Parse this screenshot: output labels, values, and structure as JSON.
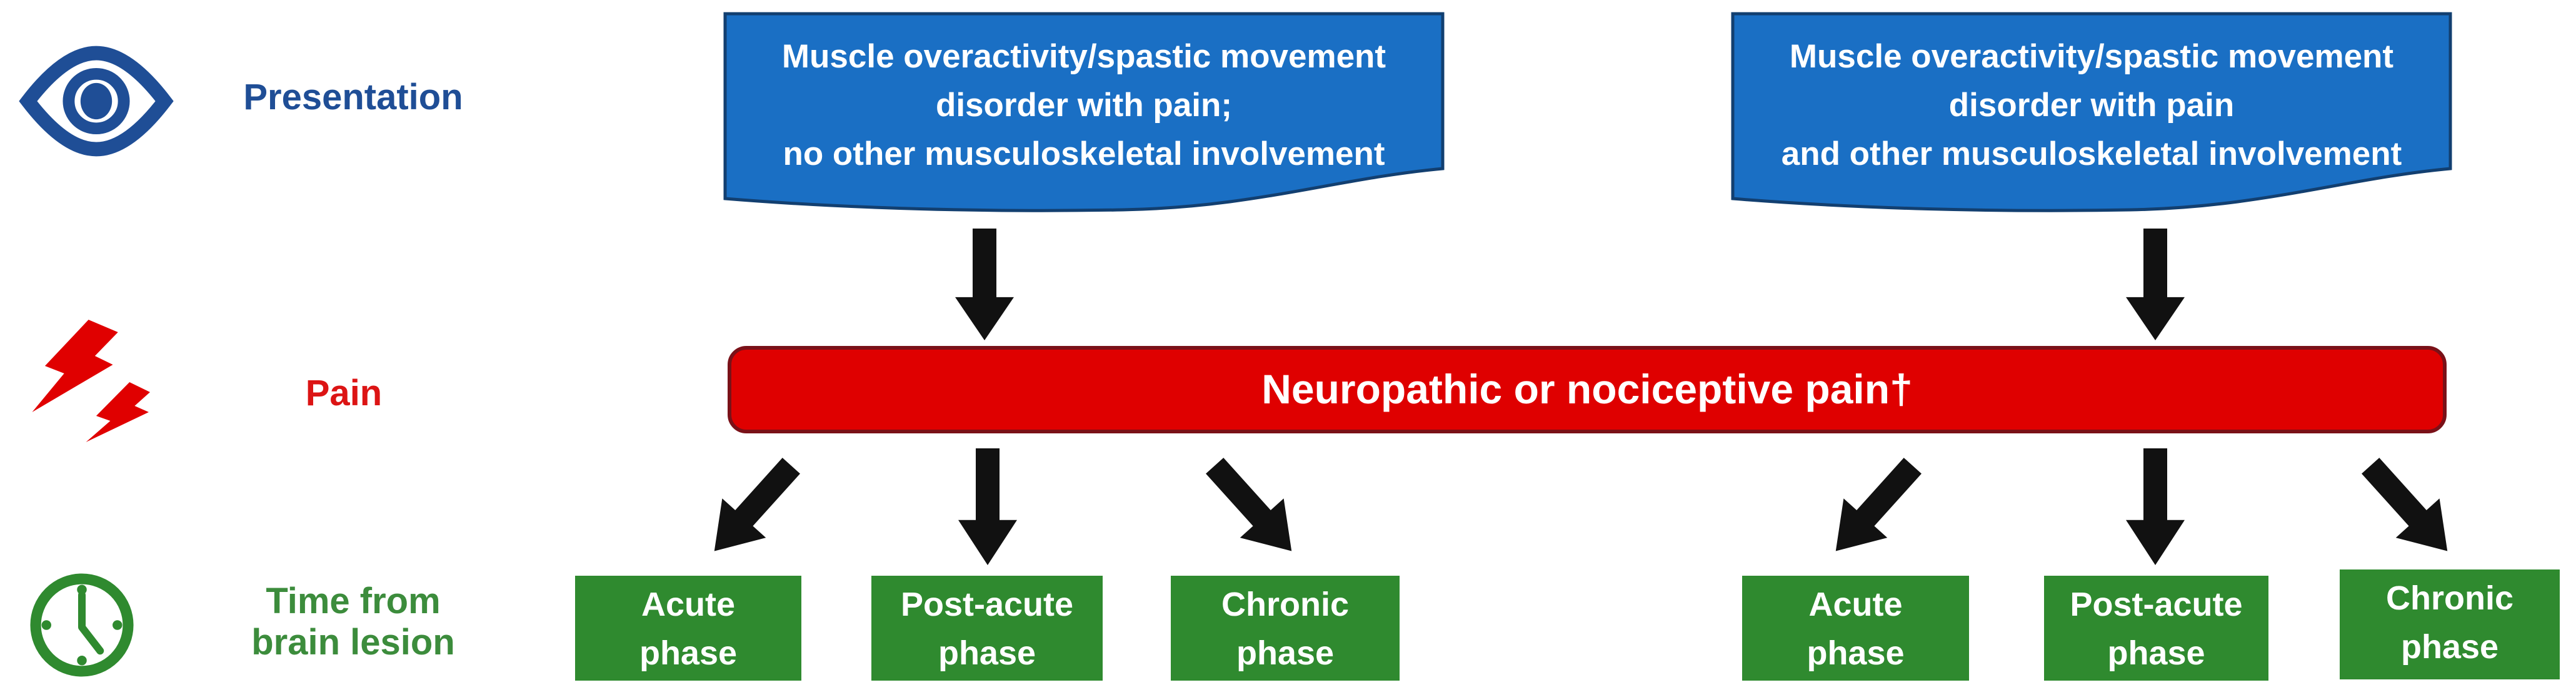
{
  "left_legend": {
    "rows": [
      {
        "id": "presentation",
        "icon": "eye-icon",
        "label": "Presentation"
      },
      {
        "id": "pain",
        "icon": "lightning-icon",
        "label": "Pain"
      },
      {
        "id": "time",
        "icon": "clock-icon",
        "label_line1": "Time from",
        "label_line2": "brain lesion"
      }
    ]
  },
  "presentation_boxes": [
    {
      "lines": [
        "Muscle overactivity/spastic movement",
        "disorder with pain;",
        "no other musculoskeletal involvement"
      ]
    },
    {
      "lines": [
        "Muscle overactivity/spastic movement",
        "disorder with pain",
        "and other musculoskeletal involvement"
      ]
    }
  ],
  "pain_bar": {
    "label": "Neuropathic or nociceptive pain†"
  },
  "phase_groups": [
    {
      "phases": [
        {
          "line1": "Acute",
          "line2": "phase"
        },
        {
          "line1": "Post-acute",
          "line2": "phase"
        },
        {
          "line1": "Chronic",
          "line2": "phase"
        }
      ]
    },
    {
      "phases": [
        {
          "line1": "Acute",
          "line2": "phase"
        },
        {
          "line1": "Post-acute",
          "line2": "phase"
        },
        {
          "line1": "Chronic",
          "line2": "phase"
        }
      ]
    }
  ],
  "colors": {
    "blue_fill": "#1A6FC4",
    "blue_border": "#123F70",
    "legend_blue": "#1F4E96",
    "red_fill": "#DF0000",
    "red_border": "#7A1118",
    "legend_red": "#DC1414",
    "green_fill": "#2F8A2F",
    "legend_green": "#3C8C3C",
    "arrow_black": "#111111",
    "box_text_white": "#FFFFFF"
  }
}
